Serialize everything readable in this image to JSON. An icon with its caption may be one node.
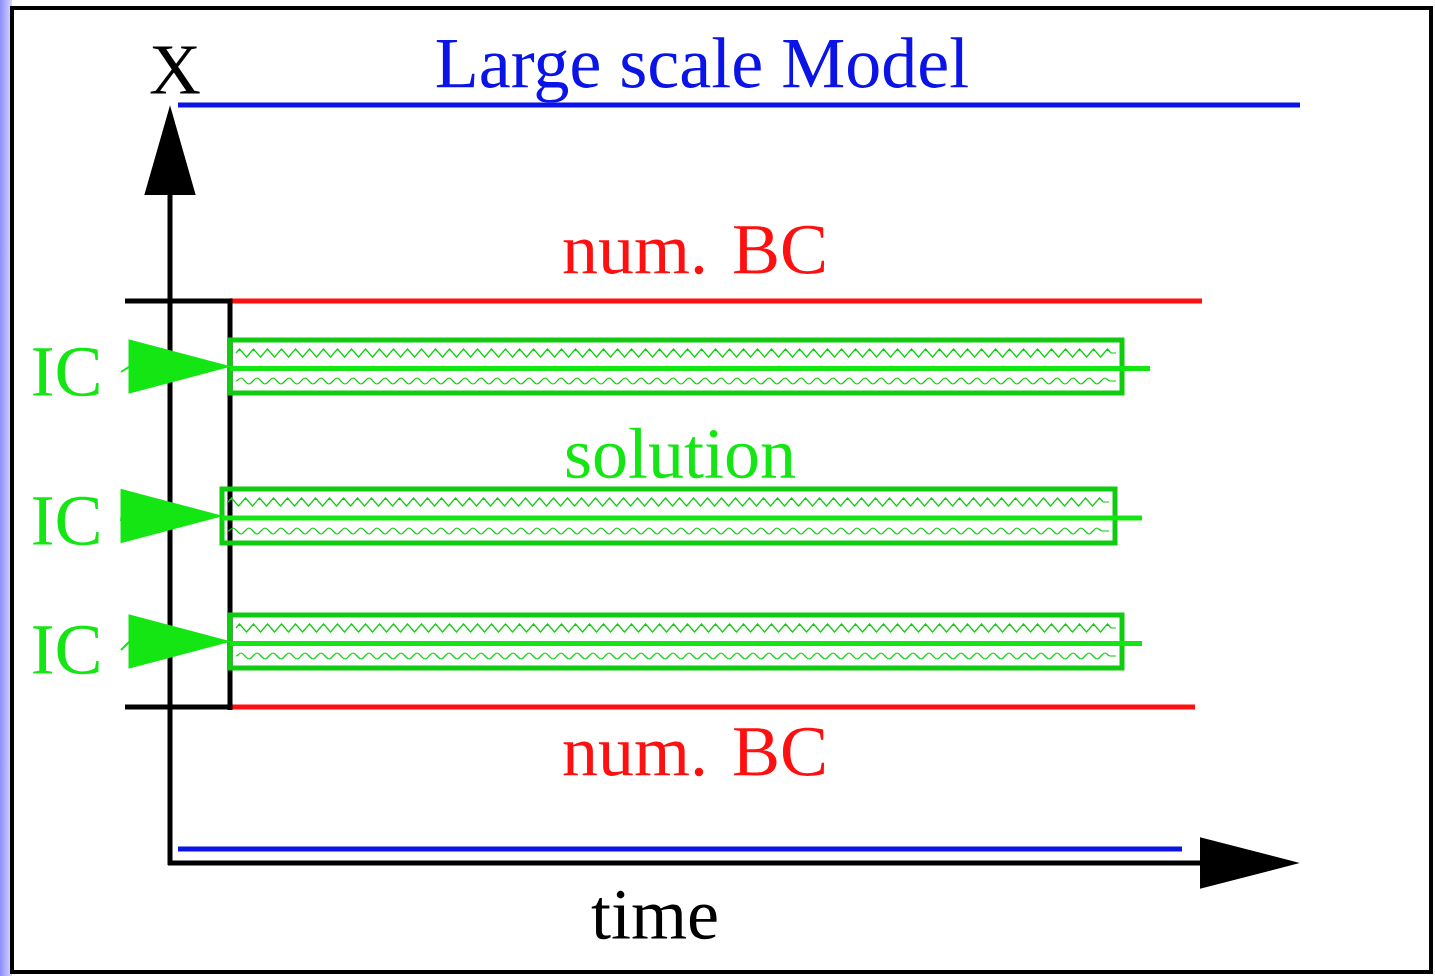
{
  "diagram": {
    "nodes": [
      {
        "text": [
          "IC"
        ]
      },
      {
        "text": [],
        "shape": "box"
      },
      {
        "text": [
          "IC"
        ]
      },
      {
        "text": [],
        "shape": "box"
      },
      {
        "text": [
          "IC"
        ]
      },
      {
        "text": [],
        "shape": "box"
      }
    ],
    "edges": [
      {
        "from": 0,
        "to": 1,
        "arrow": "to"
      },
      {
        "from": 2,
        "to": 3,
        "arrow": "to"
      },
      {
        "from": 4,
        "to": 5,
        "arrow": "to"
      }
    ],
    "labels": [
      "X",
      "Large scale Model",
      "num. BC",
      "solution",
      "num. BC",
      "time"
    ]
  }
}
